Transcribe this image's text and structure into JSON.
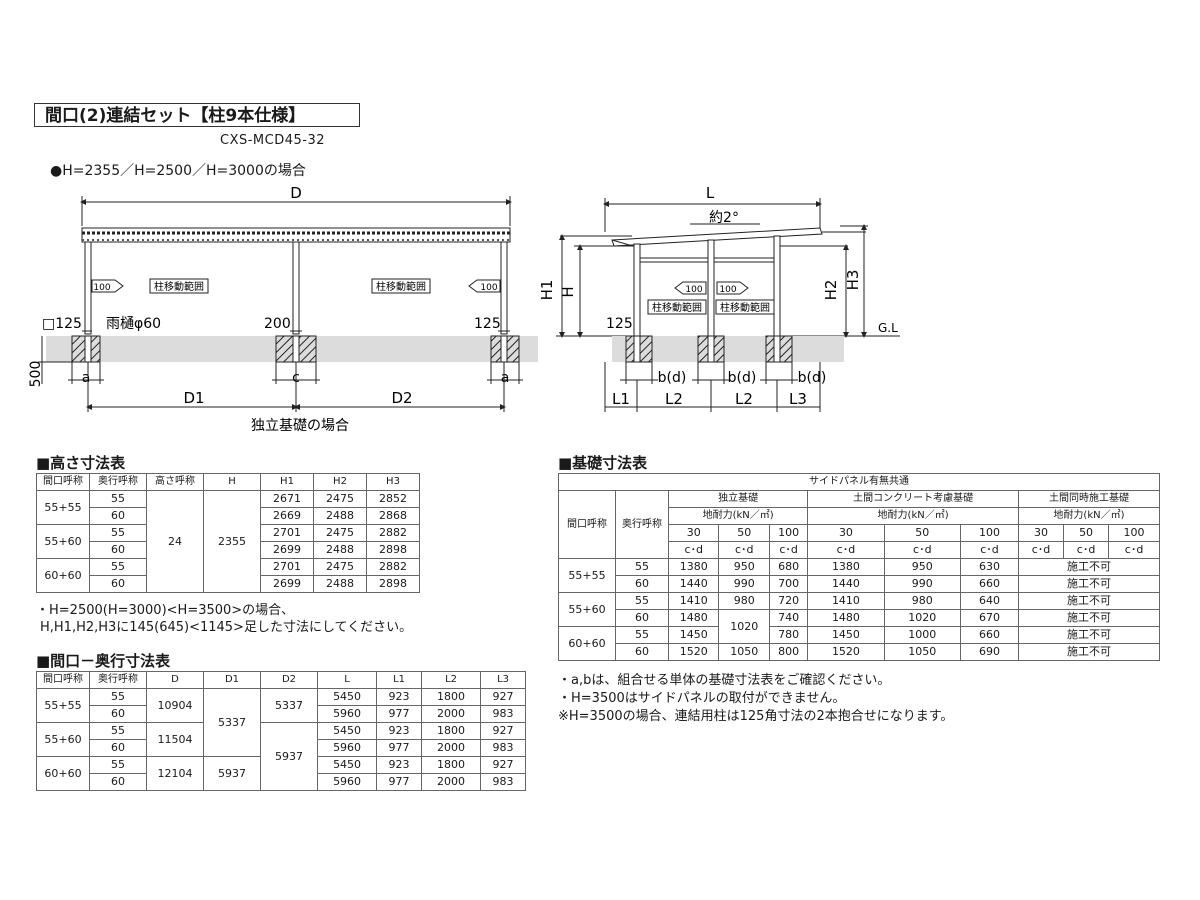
{
  "title": "間口(2)連結セット【柱9本仕様】",
  "model": "CXS-MCD45-32",
  "case_label": "●H=2355／H=2500／H=3000の場合",
  "front": {
    "D": "D",
    "D1": "D1",
    "D2": "D2",
    "post_range": "柱移動範囲",
    "arrow100": "100",
    "post125": "□125",
    "gutter": "雨樋φ60",
    "dim200": "200",
    "dim125": "125",
    "dim500": "500",
    "a": "a",
    "c": "c",
    "caption": "独立基礎の場合"
  },
  "side": {
    "L": "L",
    "slope": "約2°",
    "H": "H",
    "H1": "H1",
    "H2": "H2",
    "H3": "H3",
    "GL": "G.L",
    "dim125": "125",
    "bd": "b(d)",
    "L1": "L1",
    "L2": "L2",
    "L3": "L3",
    "post_range": "柱移動範囲",
    "arrow100": "100"
  },
  "height_table": {
    "title": "■高さ寸法表",
    "headers": [
      "間口呼称",
      "奥行呼称",
      "高さ呼称",
      "H",
      "H1",
      "H2",
      "H3"
    ],
    "height_code": "24",
    "H": "2355",
    "groups": [
      {
        "width": "55+55",
        "rows": [
          [
            "55",
            "2671",
            "2475",
            "2852"
          ],
          [
            "60",
            "2669",
            "2488",
            "2868"
          ]
        ]
      },
      {
        "width": "55+60",
        "rows": [
          [
            "55",
            "2701",
            "2475",
            "2882"
          ],
          [
            "60",
            "2699",
            "2488",
            "2898"
          ]
        ]
      },
      {
        "width": "60+60",
        "rows": [
          [
            "55",
            "2701",
            "2475",
            "2882"
          ],
          [
            "60",
            "2699",
            "2488",
            "2898"
          ]
        ]
      }
    ],
    "note1": "・H=2500(H=3000)<H=3500>の場合、",
    "note2": "H,H1,H2,H3に145(645)<1145>足した寸法にしてください。"
  },
  "depth_table": {
    "title": "■間口－奥行寸法表",
    "headers": [
      "間口呼称",
      "奥行呼称",
      "D",
      "D1",
      "D2",
      "L",
      "L1",
      "L2",
      "L3"
    ],
    "groups": [
      {
        "width": "55+55",
        "D": "10904",
        "rows": [
          [
            "55",
            "5450",
            "923",
            "1800",
            "927"
          ],
          [
            "60",
            "5960",
            "977",
            "2000",
            "983"
          ]
        ]
      },
      {
        "width": "55+60",
        "D": "11504",
        "rows": [
          [
            "55",
            "5450",
            "923",
            "1800",
            "927"
          ],
          [
            "60",
            "5960",
            "977",
            "2000",
            "983"
          ]
        ]
      },
      {
        "width": "60+60",
        "D": "12104",
        "rows": [
          [
            "55",
            "5450",
            "923",
            "1800",
            "927"
          ],
          [
            "60",
            "5960",
            "977",
            "2000",
            "983"
          ]
        ]
      }
    ],
    "D1_a": "5337",
    "D1_b": "5937",
    "D2_a": "5337",
    "D2_b": "5937"
  },
  "foundation_table": {
    "title": "■基礎寸法表",
    "top_header": "サイドパネル有無共通",
    "col_width": "間口呼称",
    "col_depth": "奥行呼称",
    "types": [
      "独立基礎",
      "土間コンクリート考慮基礎",
      "土間同時施工基礎"
    ],
    "capacity": "地耐力(kN／㎡)",
    "loads": [
      "30",
      "50",
      "100"
    ],
    "cd": "c･d",
    "na": "施工不可",
    "groups": [
      {
        "width": "55+55",
        "rows": [
          [
            "55",
            "1380",
            "950",
            "680",
            "1380",
            "950",
            "630"
          ],
          [
            "60",
            "1440",
            "990",
            "700",
            "1440",
            "990",
            "660"
          ]
        ]
      },
      {
        "width": "55+60",
        "rows": [
          [
            "55",
            "1410",
            "980",
            "720",
            "1410",
            "980",
            "640"
          ],
          [
            "60",
            "1480",
            "1020",
            "740",
            "1480",
            "1020",
            "670"
          ]
        ]
      },
      {
        "width": "60+60",
        "rows": [
          [
            "55",
            "1450",
            "1020",
            "780",
            "1450",
            "1000",
            "660"
          ],
          [
            "60",
            "1520",
            "1050",
            "800",
            "1520",
            "1050",
            "690"
          ]
        ]
      }
    ],
    "notes": [
      "・a,bは、組合せる単体の基礎寸法表をご確認ください。",
      "・H=3500はサイドパネルの取付ができません。",
      "※H=3500の場合、連結用柱は125角寸法の2本抱合せになります。"
    ]
  }
}
